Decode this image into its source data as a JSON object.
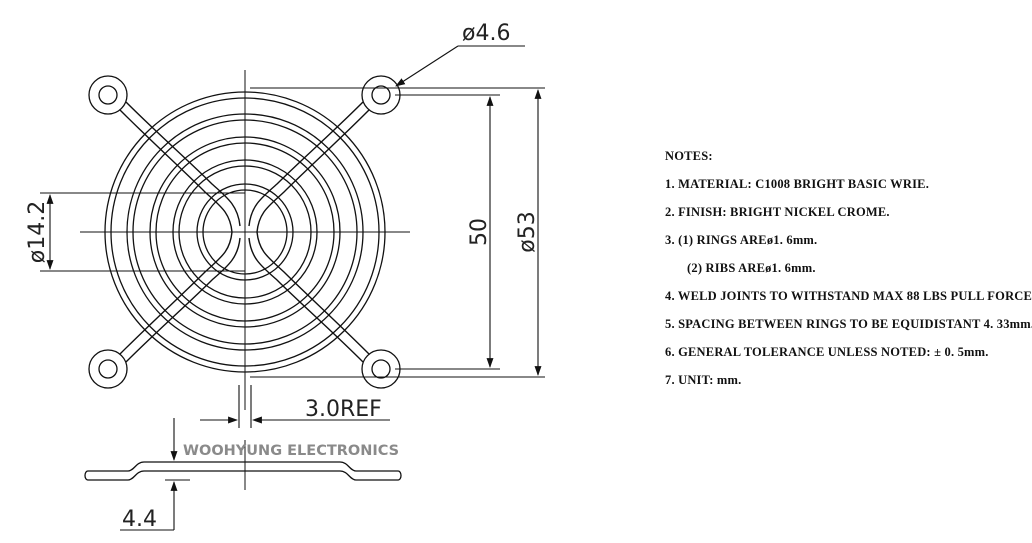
{
  "drawing": {
    "dims": {
      "hole_dia": "ø4.6",
      "center_dia": "ø14.2",
      "hole_spacing": "50",
      "outer_size": "ø53",
      "rib_ref": "3.0REF",
      "height": "4.4"
    },
    "watermark": "WOOHYUNG ELECTRONICS"
  },
  "notes": {
    "title": "NOTES:",
    "items": [
      "1. MATERIAL: C1008 BRIGHT BASIC WRIE.",
      "2. FINISH: BRIGHT NICKEL CROME.",
      "3. (1) RINGS AREø1. 6mm.",
      "(2) RIBS AREø1. 6mm.",
      "4. WELD JOINTS TO WITHSTAND MAX 88 LBS PULL FORCE.",
      "5. SPACING BETWEEN RINGS TO BE EQUIDISTANT 4. 33mm.",
      "6. GENERAL TOLERANCE UNLESS NOTED: ± 0. 5mm.",
      "7. UNIT: mm."
    ]
  }
}
